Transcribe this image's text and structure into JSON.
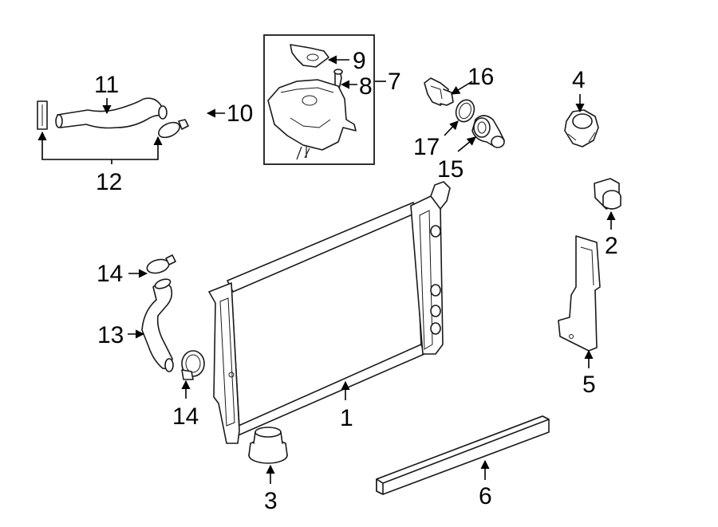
{
  "diagram": {
    "callouts": [
      {
        "id": "1",
        "label": "1",
        "part": "radiator"
      },
      {
        "id": "2",
        "label": "2",
        "part": "upper-insulator"
      },
      {
        "id": "3",
        "label": "3",
        "part": "lower-insulator"
      },
      {
        "id": "4",
        "label": "4",
        "part": "reservoir-cap"
      },
      {
        "id": "5",
        "label": "5",
        "part": "side-air-baffle"
      },
      {
        "id": "6",
        "label": "6",
        "part": "lower-air-seal"
      },
      {
        "id": "7",
        "label": "7",
        "part": "coolant-reservoir-assembly"
      },
      {
        "id": "8",
        "label": "8",
        "part": "reservoir-bolt"
      },
      {
        "id": "9",
        "label": "9",
        "part": "reservoir-bracket"
      },
      {
        "id": "10",
        "label": "10",
        "part": "overflow-tube"
      },
      {
        "id": "11",
        "label": "11",
        "part": "upper-hose"
      },
      {
        "id": "12",
        "label": "12",
        "part": "upper-hose-assembly"
      },
      {
        "id": "13",
        "label": "13",
        "part": "lower-hose"
      },
      {
        "id": "14a",
        "label": "14",
        "part": "upper-clamp"
      },
      {
        "id": "14b",
        "label": "14",
        "part": "lower-clamp"
      },
      {
        "id": "15",
        "label": "15",
        "part": "thermostat-housing"
      },
      {
        "id": "16",
        "label": "16",
        "part": "thermostat"
      },
      {
        "id": "17",
        "label": "17",
        "part": "thermostat-seal"
      }
    ]
  }
}
